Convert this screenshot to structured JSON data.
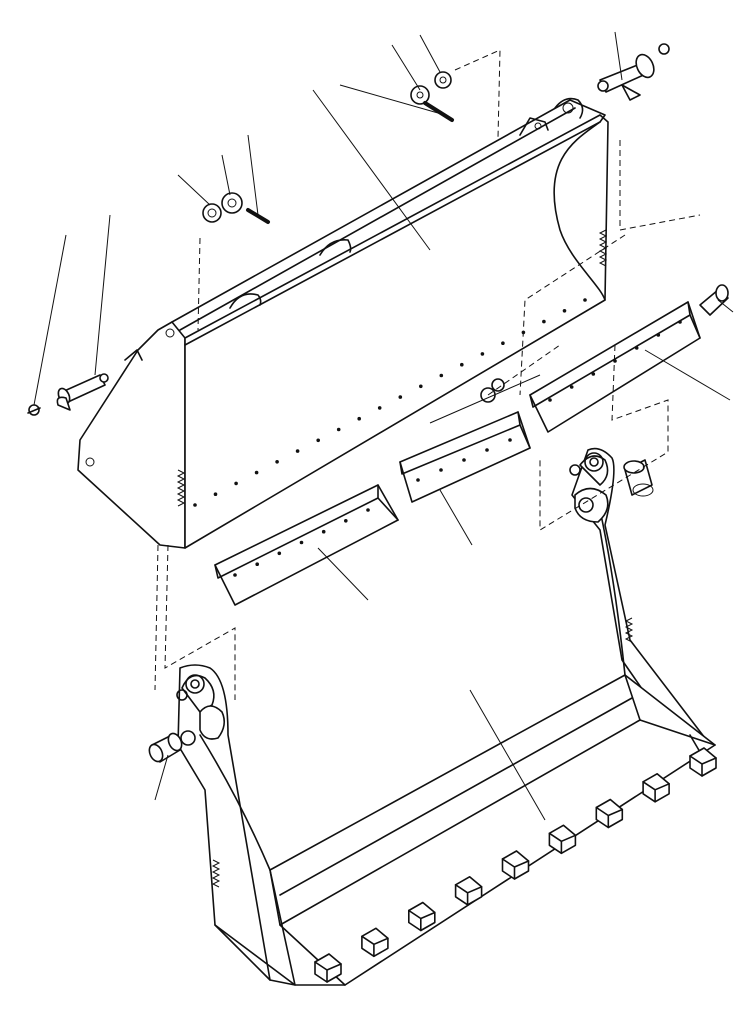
{
  "diagram": {
    "parts": [
      {
        "name": "upper-bucket-shell"
      },
      {
        "name": "lower-bucket-clamshell"
      },
      {
        "name": "cutting-edge-left"
      },
      {
        "name": "cutting-edge-center"
      },
      {
        "name": "cutting-edge-right"
      },
      {
        "name": "pivot-pin-left"
      },
      {
        "name": "pivot-pin-right"
      },
      {
        "name": "bushing-left"
      },
      {
        "name": "bushing-right"
      },
      {
        "name": "bucket-teeth"
      },
      {
        "name": "hardware-bolts-nuts-washers"
      }
    ],
    "teeth_count": 9
  }
}
